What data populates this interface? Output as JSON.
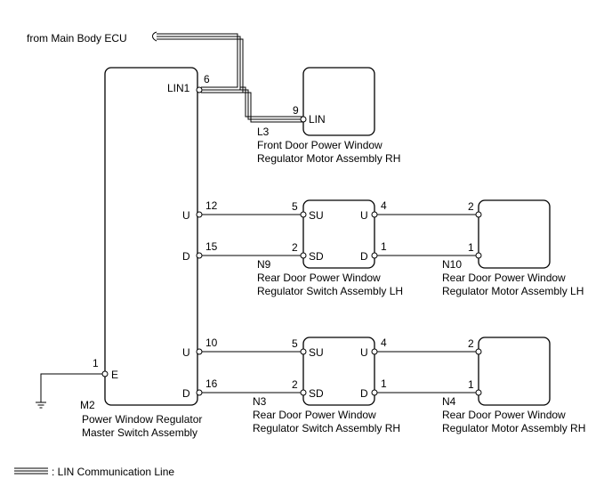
{
  "source": {
    "label": "from Main Body ECU"
  },
  "m2": {
    "code": "M2",
    "name_line1": "Power Window Regulator",
    "name_line2": "Master Switch Assembly",
    "lin_terminal": "LIN1",
    "lin_pin": "6",
    "e_terminal": "E",
    "e_pin": "1",
    "u_label": "U",
    "d_label": "D",
    "lh_u_pin": "12",
    "lh_d_pin": "15",
    "rh_u_pin": "10",
    "rh_d_pin": "16"
  },
  "l3": {
    "code": "L3",
    "name_line1": "Front Door Power Window",
    "name_line2": "Regulator Motor Assembly RH",
    "pin": "9",
    "terminal": "LIN"
  },
  "n9": {
    "code": "N9",
    "name_line1": "Rear Door Power Window",
    "name_line2": "Regulator Switch Assembly LH",
    "su_pin": "5",
    "su_label": "SU",
    "sd_pin": "2",
    "sd_label": "SD",
    "u_pin": "4",
    "u_label": "U",
    "d_pin": "1",
    "d_label": "D"
  },
  "n10": {
    "code": "N10",
    "name_line1": "Rear Door Power Window",
    "name_line2": "Regulator Motor Assembly LH",
    "pin_top": "2",
    "pin_bottom": "1"
  },
  "n3": {
    "code": "N3",
    "name_line1": "Rear Door Power Window",
    "name_line2": "Regulator Switch Assembly RH",
    "su_pin": "5",
    "su_label": "SU",
    "sd_pin": "2",
    "sd_label": "SD",
    "u_pin": "4",
    "u_label": "U",
    "d_pin": "1",
    "d_label": "D"
  },
  "n4": {
    "code": "N4",
    "name_line1": "Rear Door Power Window",
    "name_line2": "Regulator Motor Assembly RH",
    "pin_top": "2",
    "pin_bottom": "1"
  },
  "legend": {
    "label": ": LIN Communication Line"
  }
}
